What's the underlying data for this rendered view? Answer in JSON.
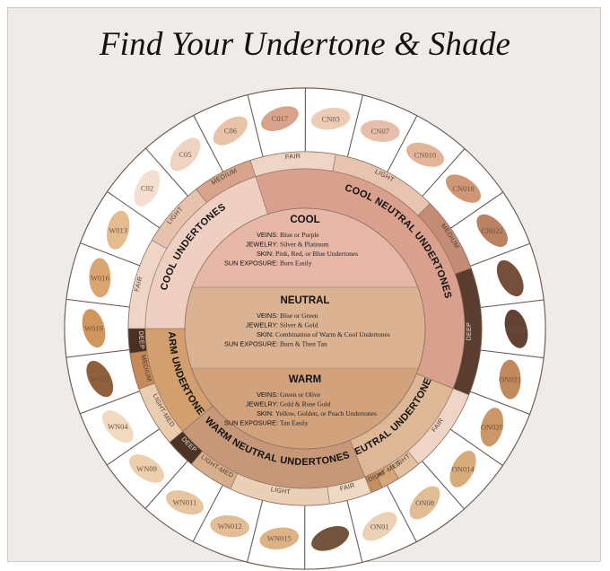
{
  "title": "Find Your Undertone & Shade",
  "center": {
    "cool": {
      "heading": "COOL",
      "details": [
        {
          "k": "VEINS:",
          "v": "Blue or Purple"
        },
        {
          "k": "JEWELRY:",
          "v": "Silver & Platinum"
        },
        {
          "k": "SKIN:",
          "v": "Pink, Red, or Blue Undertones"
        },
        {
          "k": "SUN EXPOSURE:",
          "v": "Burn Easily"
        }
      ]
    },
    "neutral": {
      "heading": "NEUTRAL",
      "details": [
        {
          "k": "VEINS:",
          "v": "Blue or Green"
        },
        {
          "k": "JEWELRY:",
          "v": "Silver & Gold"
        },
        {
          "k": "SKIN:",
          "v": "Combination of Warm & Cool Undertones"
        },
        {
          "k": "SUN EXPOSURE:",
          "v": "Burn & Then Tan"
        }
      ]
    },
    "warm": {
      "heading": "WARM",
      "details": [
        {
          "k": "VEINS:",
          "v": "Green or Olive"
        },
        {
          "k": "JEWELRY:",
          "v": "Gold & Rose Gold"
        },
        {
          "k": "SKIN:",
          "v": "Yellow, Golden, or Peach Undertones"
        },
        {
          "k": "SUN EXPOSURE:",
          "v": "Tan Easily"
        }
      ]
    }
  },
  "bands": [
    {
      "label": "COOL UNDERTONES",
      "color": "#f0cfc3"
    },
    {
      "label": "COOL NEUTRAL UNDERTONES",
      "color": "#d9a08e"
    },
    {
      "label": "NEUTRAL UNDERTONES",
      "color": "#ddb796"
    },
    {
      "label": "WARM NEUTRAL UNDERTONES",
      "color": "#c79878"
    },
    {
      "label": "WARM UNDERTONES",
      "color": "#d39f6f"
    }
  ],
  "depth_segments": [
    {
      "label": "FAIR"
    },
    {
      "label": "LIGHT"
    },
    {
      "label": "MEDIUM"
    },
    {
      "label": "FAIR"
    },
    {
      "label": "LIGHT"
    },
    {
      "label": "MEDIUM"
    },
    {
      "label": "DEEP"
    },
    {
      "label": "FAIR"
    },
    {
      "label": "LIGHT"
    },
    {
      "label": "LIGHT-MED"
    },
    {
      "label": "MEDIUM"
    },
    {
      "label": "FAIR"
    },
    {
      "label": "LIGHT"
    },
    {
      "label": "LIGHT-MED"
    },
    {
      "label": "DEEP"
    },
    {
      "label": "LIGHT-MED"
    },
    {
      "label": "MEDIUM"
    },
    {
      "label": "DEEP"
    }
  ],
  "shades": [
    {
      "code": "CN03",
      "color": "#ecc9b3"
    },
    {
      "code": "CN07",
      "color": "#e6bba4"
    },
    {
      "code": "CN010",
      "color": "#e0b193"
    },
    {
      "code": "CN018",
      "color": "#cd9170"
    },
    {
      "code": "CN022",
      "color": "#b57b58"
    },
    {
      "code": "CN025",
      "color": "#6e4531"
    },
    {
      "code": "CN026",
      "color": "#5a3827"
    },
    {
      "code": "ON021",
      "color": "#bd8453"
    },
    {
      "code": "ON020",
      "color": "#c99160"
    },
    {
      "code": "ON014",
      "color": "#d6a673"
    },
    {
      "code": "ON08",
      "color": "#e0b88c"
    },
    {
      "code": "ON01",
      "color": "#ead0b2"
    },
    {
      "code": "WN024",
      "color": "#6d4b33"
    },
    {
      "code": "WN015",
      "color": "#dbaf7f"
    },
    {
      "code": "WN012",
      "color": "#e1b98e"
    },
    {
      "code": "WN011",
      "color": "#e6c29b"
    },
    {
      "code": "WN09",
      "color": "#ebcca9"
    },
    {
      "code": "WN04",
      "color": "#f0d8bc"
    },
    {
      "code": "W023",
      "color": "#8a5630"
    },
    {
      "code": "W019",
      "color": "#cf8f55"
    },
    {
      "code": "W016",
      "color": "#d9a06a"
    },
    {
      "code": "W013",
      "color": "#e4b887"
    },
    {
      "code": "C02",
      "color": "#f3ddcd"
    },
    {
      "code": "C05",
      "color": "#efd2bf"
    },
    {
      "code": "C06",
      "color": "#e8c0a3"
    },
    {
      "code": "C017",
      "color": "#d69e84"
    }
  ]
}
